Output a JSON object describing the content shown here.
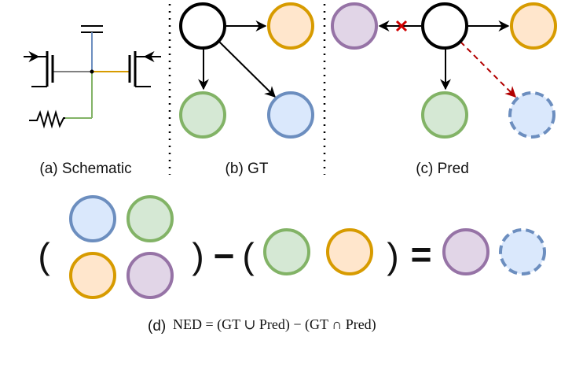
{
  "labels": {
    "a": "(a) Schematic",
    "b": "(b) GT",
    "c": "(c) Pred",
    "d_prefix": "(d)",
    "d_formula": "NED = (GT ∪ Pred) − (GT ∩ Pred)"
  },
  "symbols": {
    "lparen": "(",
    "rparen": ")",
    "minus": "−",
    "equals": "="
  },
  "colors": {
    "black": "#000000",
    "green_fill": "#d5e8d4",
    "green_stroke": "#82b366",
    "blue_fill": "#dae8fc",
    "blue_stroke": "#6c8ebf",
    "orange_fill": "#ffe6cc",
    "orange_stroke": "#d79b00",
    "purple_fill": "#e1d5e7",
    "purple_stroke": "#9673a6",
    "pred_arrow": "#b20000",
    "wire_gray": "#808080"
  }
}
